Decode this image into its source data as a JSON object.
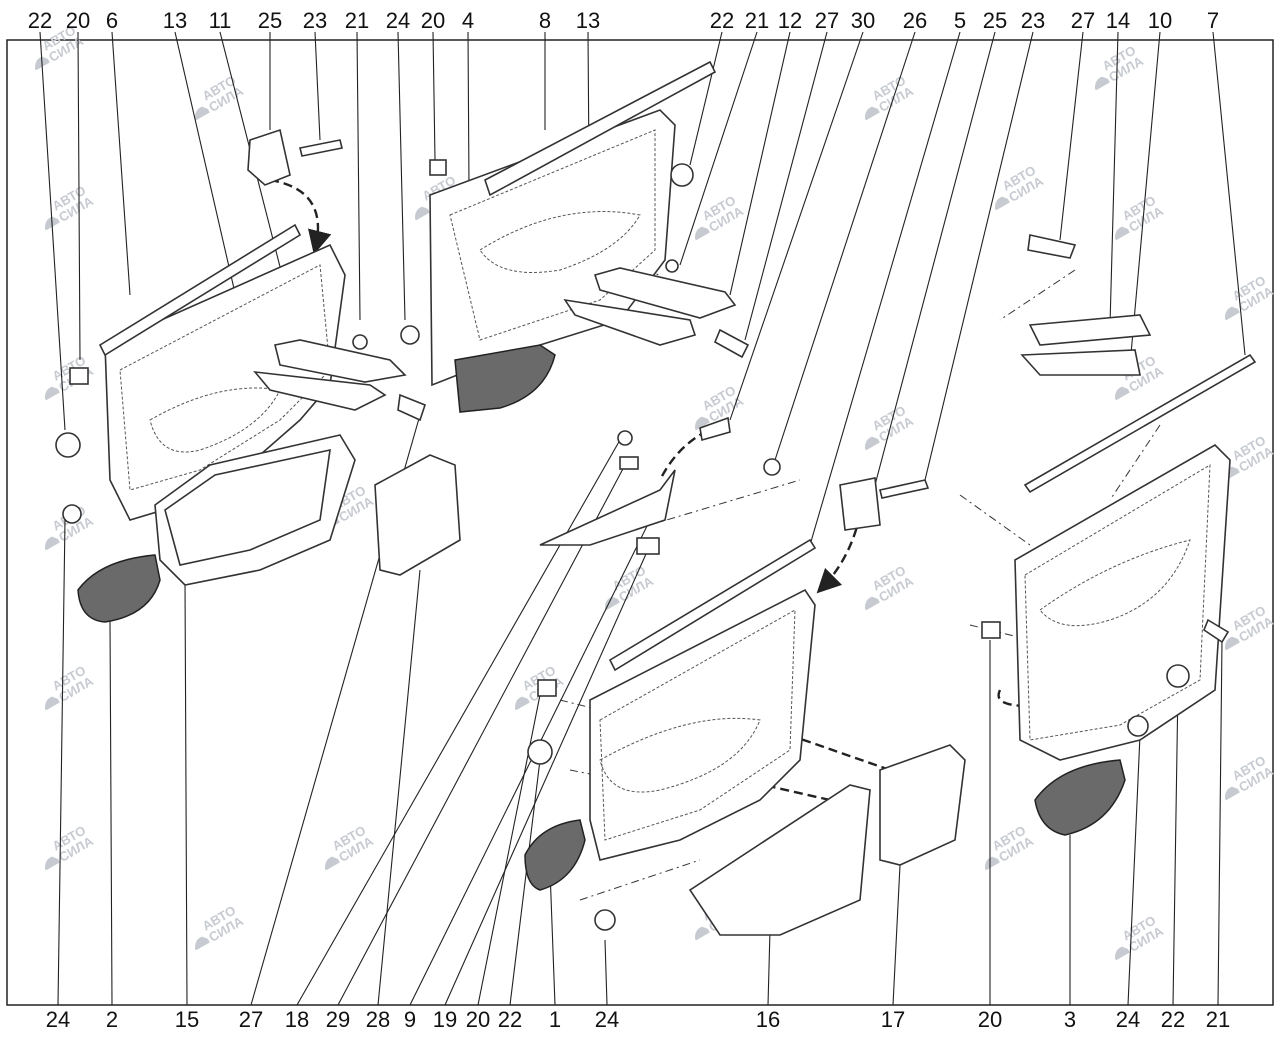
{
  "watermark": {
    "line1": "АВТО",
    "line2": "СИЛА"
  },
  "top_labels": [
    "22",
    "20",
    "6",
    "13",
    "11",
    "25",
    "23",
    "21",
    "24",
    "20",
    "4",
    "8",
    "13",
    "22",
    "21",
    "12",
    "27",
    "30",
    "26",
    "5",
    "25",
    "23",
    "27",
    "14",
    "10",
    "7"
  ],
  "bottom_labels": [
    "24",
    "2",
    "15",
    "27",
    "18",
    "29",
    "28",
    "9",
    "19",
    "20",
    "22",
    "1",
    "24",
    "16",
    "17",
    "20",
    "3",
    "24",
    "22",
    "21"
  ]
}
